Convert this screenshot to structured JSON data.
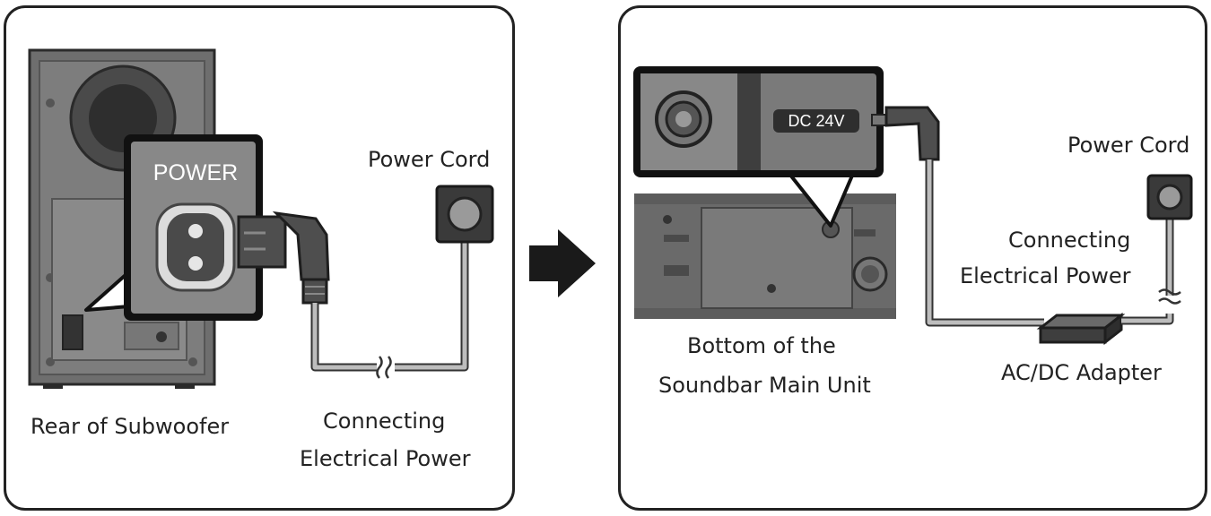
{
  "left_panel": {
    "rear_label": "Rear of Subwoofer",
    "callout_label": "POWER",
    "cord_label": "Power Cord",
    "connecting_line1": "Connecting",
    "connecting_line2": "Electrical Power"
  },
  "right_panel": {
    "port_label": "DC 24V",
    "cord_label": "Power Cord",
    "connecting_line1": "Connecting",
    "connecting_line2": "Electrical Power",
    "bottom_line1": "Bottom of the",
    "bottom_line2": "Soundbar Main Unit",
    "adapter_label": "AC/DC Adapter"
  }
}
